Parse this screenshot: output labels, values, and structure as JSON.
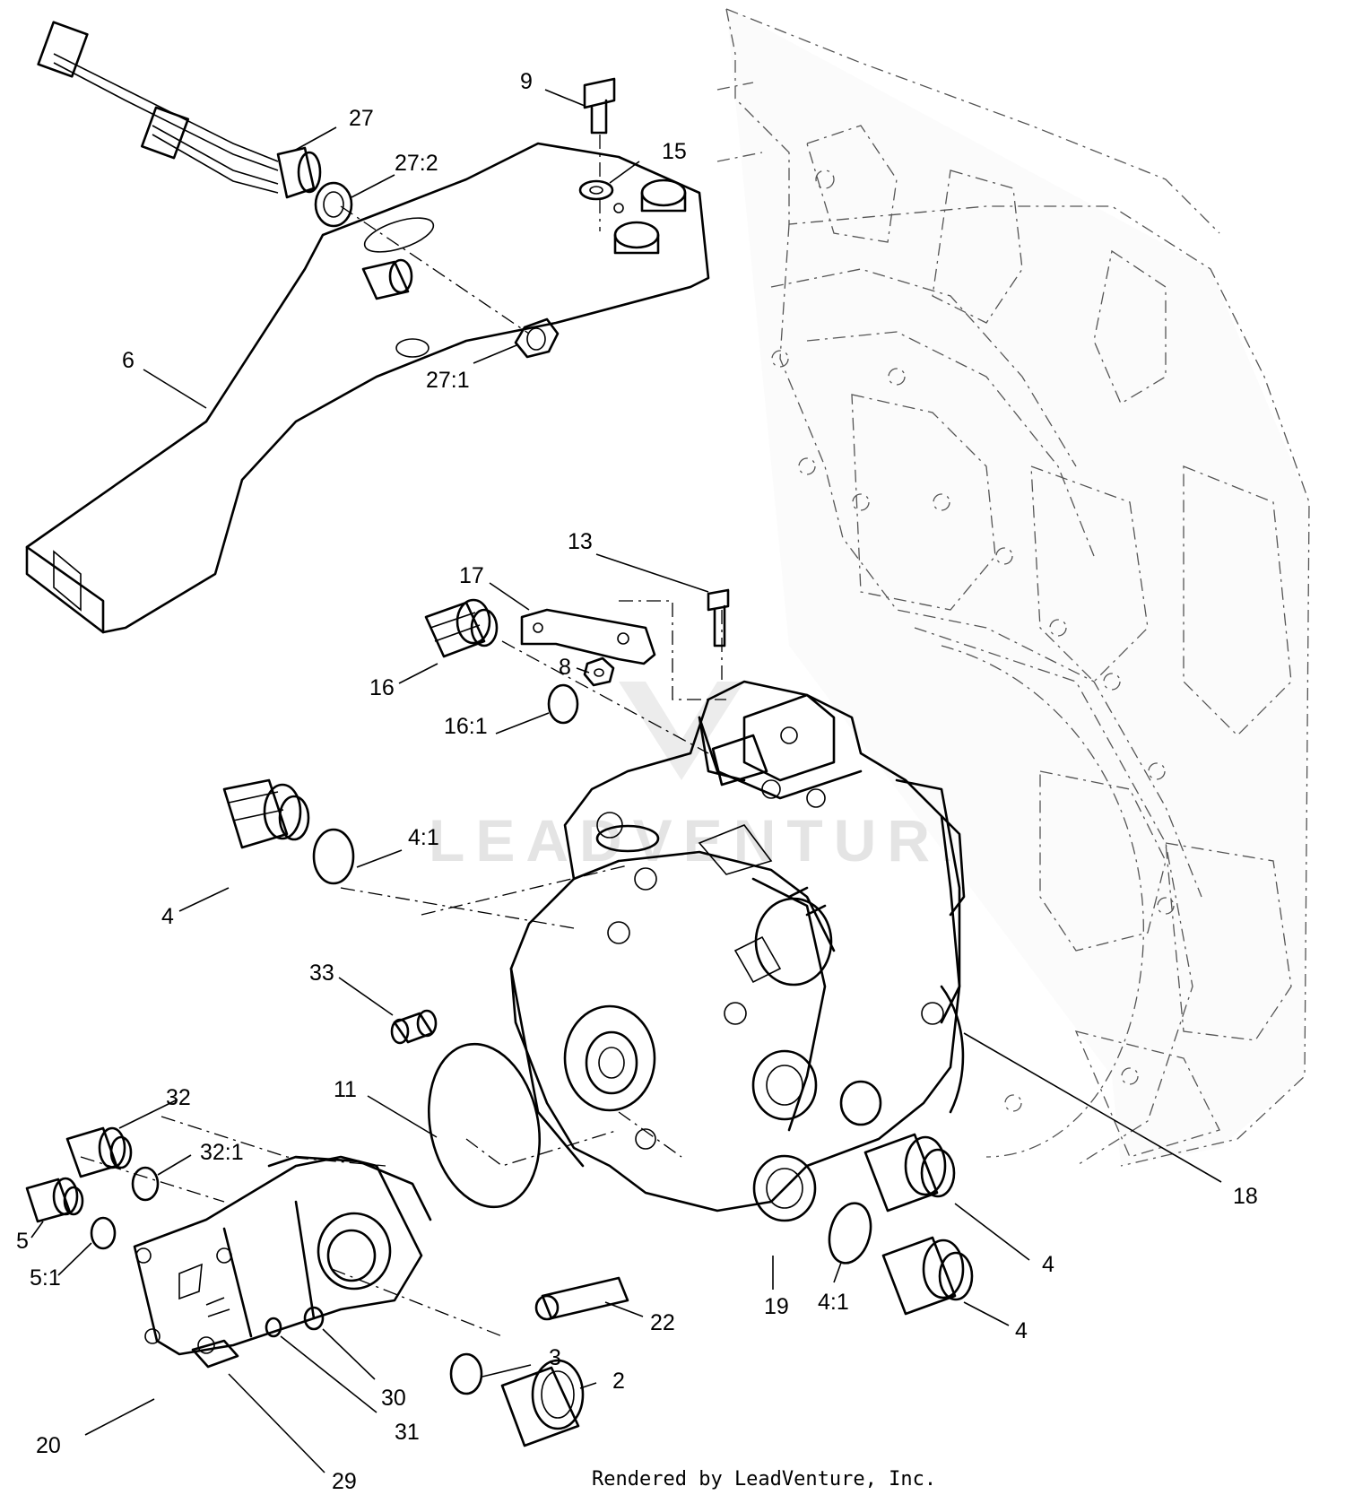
{
  "watermark": "LEADVENTURE",
  "credit": "Rendered by LeadVenture, Inc.",
  "callouts": [
    {
      "id": "c9",
      "text": "9"
    },
    {
      "id": "c27",
      "text": "27"
    },
    {
      "id": "c27-2",
      "text": "27:2"
    },
    {
      "id": "c15",
      "text": "15"
    },
    {
      "id": "c6",
      "text": "6"
    },
    {
      "id": "c27-1",
      "text": "27:1"
    },
    {
      "id": "c13",
      "text": "13"
    },
    {
      "id": "c17",
      "text": "17"
    },
    {
      "id": "c16",
      "text": "16"
    },
    {
      "id": "c8",
      "text": "8"
    },
    {
      "id": "c16-1",
      "text": "16:1"
    },
    {
      "id": "c4-1a",
      "text": "4:1"
    },
    {
      "id": "c4a",
      "text": "4"
    },
    {
      "id": "c33",
      "text": "33"
    },
    {
      "id": "c11",
      "text": "11"
    },
    {
      "id": "c32",
      "text": "32"
    },
    {
      "id": "c32-1",
      "text": "32:1"
    },
    {
      "id": "c5",
      "text": "5"
    },
    {
      "id": "c5-1",
      "text": "5:1"
    },
    {
      "id": "c18",
      "text": "18"
    },
    {
      "id": "c4b",
      "text": "4"
    },
    {
      "id": "c4-1b",
      "text": "4:1"
    },
    {
      "id": "c4c",
      "text": "4"
    },
    {
      "id": "c19",
      "text": "19"
    },
    {
      "id": "c22",
      "text": "22"
    },
    {
      "id": "c3",
      "text": "3"
    },
    {
      "id": "c2",
      "text": "2"
    },
    {
      "id": "c30",
      "text": "30"
    },
    {
      "id": "c31",
      "text": "31"
    },
    {
      "id": "c20",
      "text": "20"
    },
    {
      "id": "c29",
      "text": "29"
    }
  ]
}
